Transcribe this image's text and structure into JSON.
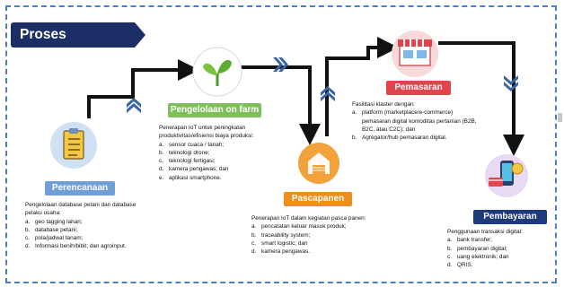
{
  "title": "Proses Digitalisasi",
  "colors": {
    "navy": "#1b2f66",
    "frame": "#4a7fc1",
    "blue_label": "#6f9fd4",
    "green_label": "#7fbf5a",
    "orange_label": "#ef8d1e",
    "red_label": "#e0454d",
    "navy_label": "#1e3a7a",
    "chevron": "#3a66a8"
  },
  "stages": [
    {
      "key": "perencanaan",
      "label": "Perencanaan",
      "icon": "clipboard-checklist-icon",
      "intro": "Pengelolaan database petani dan database pelaku usaha:",
      "items": [
        {
          "marker": "a.",
          "text": "geo tagging lahan;"
        },
        {
          "marker": "b.",
          "text": "database petani;"
        },
        {
          "marker": "c.",
          "text": "pola/jadwal tanam;"
        },
        {
          "marker": "d.",
          "text": "Informasi benih/bibit; dan agroinput."
        }
      ]
    },
    {
      "key": "pengelolaan",
      "label": "Pengelolaan on farm",
      "icon": "plant-sprout-icon",
      "intro": "Penerapan IoT untuk peningkatan produktivitas/efisiensi biaya produksi:",
      "items": [
        {
          "marker": "a.",
          "text": "sensor cuaca / tanah;"
        },
        {
          "marker": "b.",
          "text": "teknologi drone;"
        },
        {
          "marker": "c.",
          "text": "teknologi fertigasi;"
        },
        {
          "marker": "d.",
          "text": "kamera pengawas; dan"
        },
        {
          "marker": "e.",
          "text": "aplikasi smartphone."
        }
      ]
    },
    {
      "key": "pascapanen",
      "label": "Pascapanen",
      "icon": "warehouse-icon",
      "intro": "Penerapan IoT dalam kegiatan pasca panen:",
      "items": [
        {
          "marker": "a.",
          "text": "pencatatan keluar masuk produk;"
        },
        {
          "marker": "b.",
          "text": "traceability system;"
        },
        {
          "marker": "c.",
          "text": "smart logistic; dan"
        },
        {
          "marker": "d.",
          "text": "kamera pengawas."
        }
      ]
    },
    {
      "key": "pemasaran",
      "label": "Pemasaran",
      "icon": "storefront-icon",
      "intro": "Fasilitasi klaster dengan:",
      "items": [
        {
          "marker": "a.",
          "text": "platform (marketplace/e-commerce) pemasaran digital komoditas pertanian (B2B, B2C, atau C2C); dan"
        },
        {
          "marker": "b.",
          "text": "Agregator/hub pemasaran digital."
        }
      ]
    },
    {
      "key": "pembayaran",
      "label": "Pembayaran",
      "icon": "digital-payment-icon",
      "intro": "Penggunaan transaksi digital:",
      "items": [
        {
          "marker": "a.",
          "text": "bank transfer;"
        },
        {
          "marker": "b.",
          "text": "pembayaran digital;"
        },
        {
          "marker": "c.",
          "text": "uang elektronik; dan"
        },
        {
          "marker": "d.",
          "text": "QRIS."
        }
      ]
    }
  ]
}
